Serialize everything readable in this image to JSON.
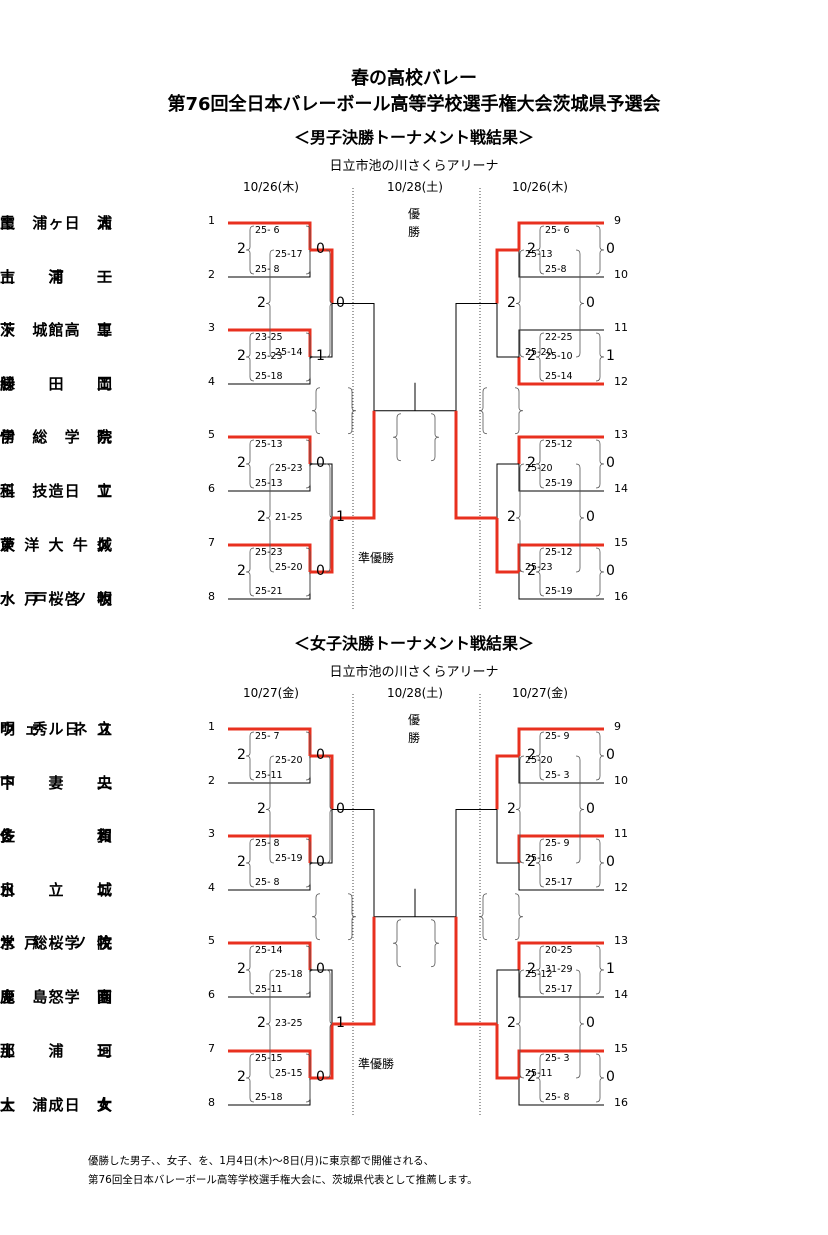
{
  "header": {
    "title_line1": "春の高校バレー",
    "title_line2": "第76回全日本バレーボール高等学校選手権大会茨城県予選会"
  },
  "tournaments": [
    {
      "subtitle": "＜男子決勝トーナメント戦結果＞",
      "venue": "日立市池の川さくらアリーナ",
      "date_left": "10/26(木)",
      "date_center": "10/28(土)",
      "date_right": "10/26(木)",
      "champion_label_1": "優",
      "champion_label_2": "勝",
      "runner_up_label": "準優勝",
      "left_teams": [
        "土浦日大",
        "古　　河　　一",
        "茨城高専",
        "緑　　　　岡",
        "常総学院",
        "科技日立",
        "東洋大牛久",
        "水戸桜ノ牧"
      ],
      "right_teams": [
        "霞　　ヶ　　浦",
        "土　　浦　　工",
        "下　　館　　工",
        "勝　　田　　工",
        "伊　　　　奈",
        "玉　　造　　工",
        "茨　　　　城",
        "水戸啓明"
      ],
      "left_seeds": [
        "1",
        "2",
        "3",
        "4",
        "5",
        "6",
        "7",
        "8"
      ],
      "right_seeds": [
        "9",
        "10",
        "11",
        "12",
        "13",
        "14",
        "15",
        "16"
      ],
      "left_r1": [
        {
          "a": "2",
          "b": "0",
          "sets": [
            "25- 6",
            "",
            "25- 8"
          ]
        },
        {
          "a": "2",
          "b": "1",
          "sets": [
            "23-25",
            "25-23",
            "25-18"
          ]
        },
        {
          "a": "2",
          "b": "0",
          "sets": [
            "25-13",
            "",
            "25-13"
          ]
        },
        {
          "a": "2",
          "b": "0",
          "sets": [
            "25-23",
            "",
            "25-21"
          ]
        }
      ],
      "left_r2": [
        {
          "a": "2",
          "b": "0",
          "sets": [
            "25-17",
            "",
            "25-14"
          ]
        },
        {
          "a": "2",
          "b": "1",
          "sets": [
            "25-23",
            "21-25",
            "25-20"
          ]
        }
      ],
      "right_r1": [
        {
          "a": "2",
          "b": "0",
          "sets": [
            "25- 6",
            "",
            "25-8"
          ]
        },
        {
          "a": "2",
          "b": "1",
          "sets": [
            "22-25",
            "25-10",
            "25-14"
          ]
        },
        {
          "a": "2",
          "b": "0",
          "sets": [
            "25-12",
            "",
            "25-19"
          ]
        },
        {
          "a": "2",
          "b": "0",
          "sets": [
            "25-12",
            "",
            "25-19"
          ]
        }
      ],
      "right_r2": [
        {
          "a": "2",
          "b": "0",
          "sets": [
            "25-13",
            "",
            "25-20"
          ]
        },
        {
          "a": "2",
          "b": "0",
          "sets": [
            "25-20",
            "",
            "25-23"
          ]
        }
      ]
    },
    {
      "subtitle": "＜女子決勝トーナメント戦結果＞",
      "venue": "日立市池の川さくらアリーナ",
      "date_left": "10/27(金)",
      "date_center": "10/28(土)",
      "date_right": "10/27(金)",
      "champion_label_1": "優",
      "champion_label_2": "勝",
      "runner_up_label": "準優勝",
      "left_teams": [
        "明秀日立",
        "下　　妻　　二",
        "佐　　　　和",
        "水　　　　城",
        "常総学院",
        "鬼　　怒　　商",
        "土　　浦　　三",
        "土浦日大"
      ],
      "right_teams": [
        "ウェルネス",
        "中　　　　央",
        "多　　　　賀",
        "日　　立　　二",
        "水戸桜ノ牧",
        "鹿島学園",
        "那　　　　珂",
        "大　　成　　女"
      ],
      "left_seeds": [
        "1",
        "2",
        "3",
        "4",
        "5",
        "6",
        "7",
        "8"
      ],
      "right_seeds": [
        "9",
        "10",
        "11",
        "12",
        "13",
        "14",
        "15",
        "16"
      ],
      "left_r1": [
        {
          "a": "2",
          "b": "0",
          "sets": [
            "25- 7",
            "",
            "25-11"
          ]
        },
        {
          "a": "2",
          "b": "0",
          "sets": [
            "25- 8",
            "",
            "25- 8"
          ]
        },
        {
          "a": "2",
          "b": "0",
          "sets": [
            "25-14",
            "",
            "25-11"
          ]
        },
        {
          "a": "2",
          "b": "0",
          "sets": [
            "25-15",
            "",
            "25-18"
          ]
        }
      ],
      "left_r2": [
        {
          "a": "2",
          "b": "0",
          "sets": [
            "25-20",
            "",
            "25-19"
          ]
        },
        {
          "a": "2",
          "b": "1",
          "sets": [
            "25-18",
            "23-25",
            "25-15"
          ]
        }
      ],
      "right_r1": [
        {
          "a": "2",
          "b": "0",
          "sets": [
            "25- 9",
            "",
            "25- 3"
          ]
        },
        {
          "a": "2",
          "b": "0",
          "sets": [
            "25- 9",
            "",
            "25-17"
          ]
        },
        {
          "a": "2",
          "b": "1",
          "sets": [
            "20-25",
            "31-29",
            "25-17"
          ]
        },
        {
          "a": "2",
          "b": "0",
          "sets": [
            "25- 3",
            "",
            "25- 8"
          ]
        }
      ],
      "right_r2": [
        {
          "a": "2",
          "b": "0",
          "sets": [
            "25-20",
            "",
            "25-16"
          ]
        },
        {
          "a": "2",
          "b": "0",
          "sets": [
            "25-12",
            "",
            "25-11"
          ]
        }
      ]
    }
  ],
  "footer": {
    "line1": "優勝した男子、、女子、を、1月4日(木)～8日(月)に東京都で開催される、",
    "line2": "第76回全日本バレーボール高等学校選手権大会に、茨城県代表として推薦します。"
  },
  "colors": {
    "winner_line": "#e8301f",
    "line": "#000000"
  }
}
